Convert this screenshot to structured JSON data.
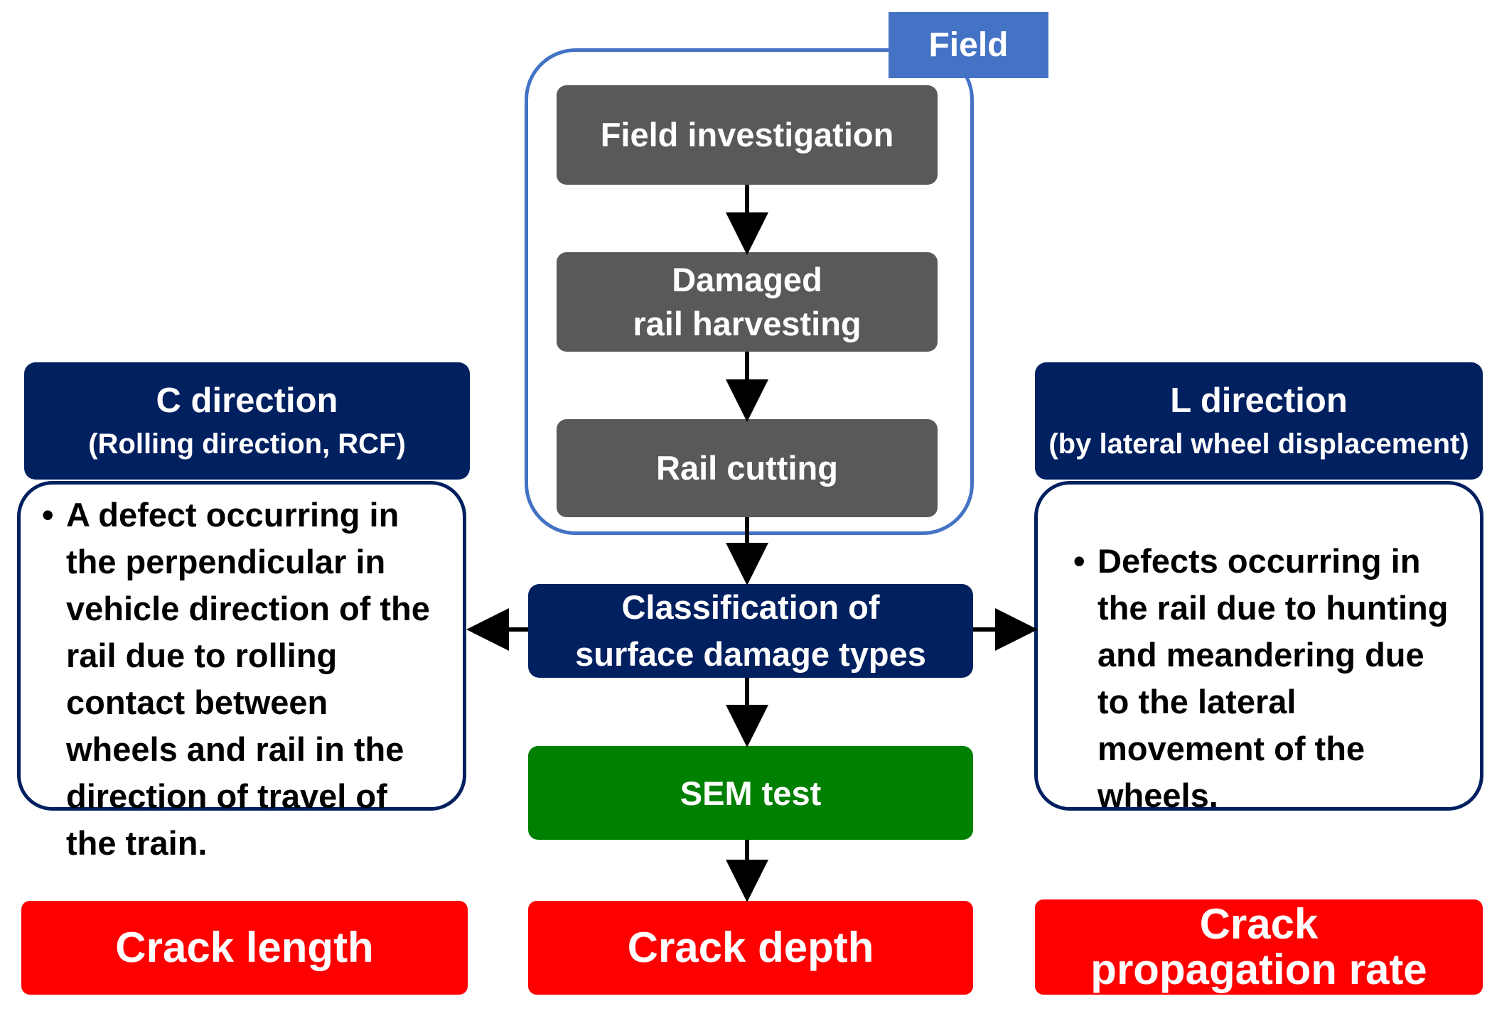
{
  "field_label": "Field",
  "steps": {
    "field_investigation": "Field investigation",
    "damaged_rail_line1": "Damaged",
    "damaged_rail_line2": "rail harvesting",
    "rail_cutting": "Rail cutting"
  },
  "classification": {
    "line1": "Classification of",
    "line2": "surface damage types"
  },
  "c_direction": {
    "title": "C direction",
    "subtitle": "(Rolling direction, RCF)",
    "description": "A defect occurring in the perpendicular in vehicle direction of the rail due to rolling contact between wheels and rail in the direction of travel of the train."
  },
  "l_direction": {
    "title": "L direction",
    "subtitle": "(by lateral wheel displacement)",
    "description": "Defects occurring in the rail due to hunting and meandering due to the lateral movement of the wheels."
  },
  "sem_test": "SEM test",
  "outputs": {
    "crack_length": "Crack length",
    "crack_depth": "Crack depth",
    "crack_propagation_line1": "Crack",
    "crack_propagation_line2": "propagation rate"
  },
  "colors": {
    "field_blue": "#4472c4",
    "step_gray": "#595959",
    "navy": "#002060",
    "sem_green": "#008000",
    "output_red": "#ff0000"
  }
}
